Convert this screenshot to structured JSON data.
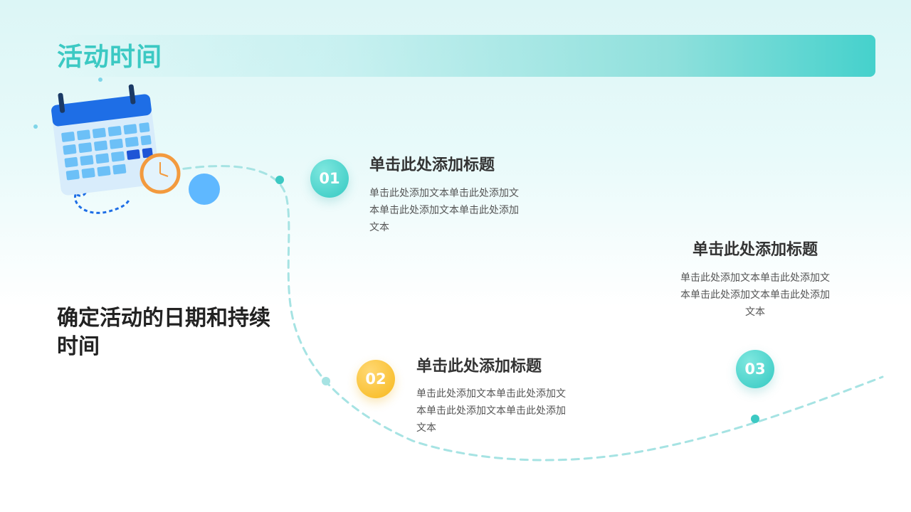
{
  "header": {
    "title": "活动时间"
  },
  "main": {
    "heading": "确定活动的日期和持续时间"
  },
  "steps": [
    {
      "number": "01",
      "title": "单击此处添加标题",
      "desc": "单击此处添加文本单击此处添加文本单击此处添加文本单击此处添加文本"
    },
    {
      "number": "02",
      "title": "单击此处添加标题",
      "desc": "单击此处添加文本单击此处添加文本单击此处添加文本单击此处添加文本"
    },
    {
      "number": "03",
      "title": "单击此处添加标题",
      "desc": "单击此处添加文本单击此处添加文本单击此处添加文本单击此处添加文本"
    }
  ],
  "colors": {
    "accent": "#3cc9c3",
    "gold": "#f7b81c",
    "calendar_blue": "#1e6ee6",
    "clock_orange": "#f39a3e"
  },
  "icons": {
    "illustration": "calendar-clock-icon"
  }
}
